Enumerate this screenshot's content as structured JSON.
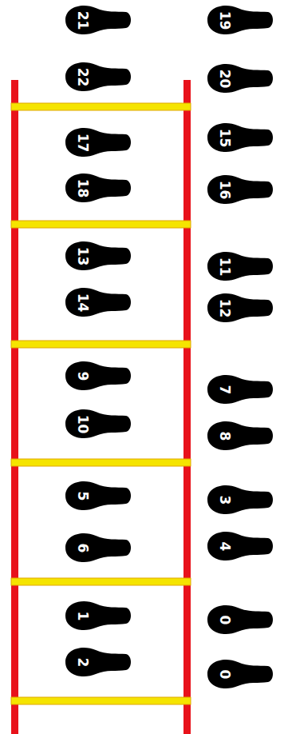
{
  "diagram": {
    "nodes": [
      {
        "text": [
          "21"
        ]
      },
      {
        "text": [
          "19"
        ]
      },
      {
        "text": [
          "22"
        ]
      },
      {
        "text": [
          "20"
        ]
      },
      {
        "text": [
          "17"
        ]
      },
      {
        "text": [
          "15"
        ]
      },
      {
        "text": [
          "18"
        ]
      },
      {
        "text": [
          "16"
        ]
      },
      {
        "text": [
          "13"
        ]
      },
      {
        "text": [
          "11"
        ]
      },
      {
        "text": [
          "14"
        ]
      },
      {
        "text": [
          "12"
        ]
      },
      {
        "text": [
          "9"
        ]
      },
      {
        "text": [
          "7"
        ]
      },
      {
        "text": [
          "10"
        ]
      },
      {
        "text": [
          "8"
        ]
      },
      {
        "text": [
          "5"
        ]
      },
      {
        "text": [
          "3"
        ]
      },
      {
        "text": [
          "6"
        ]
      },
      {
        "text": [
          "4"
        ]
      },
      {
        "text": [
          "1"
        ]
      },
      {
        "text": [
          "0"
        ]
      },
      {
        "text": [
          "2"
        ]
      },
      {
        "text": [
          "0"
        ]
      }
    ]
  }
}
